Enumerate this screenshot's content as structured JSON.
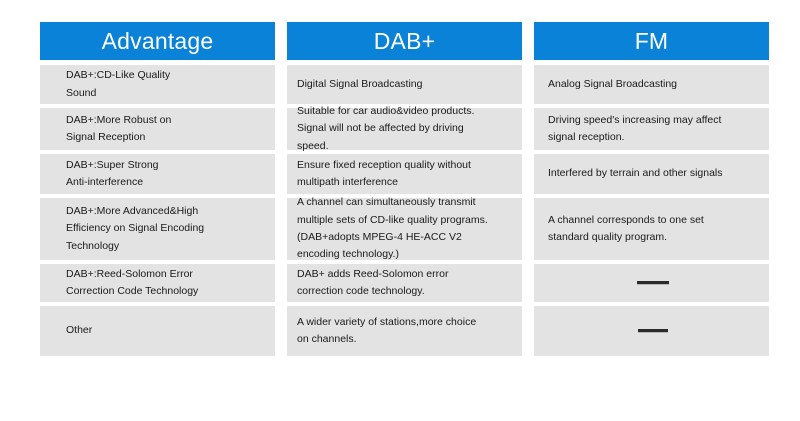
{
  "theme": {
    "header_bg": "#0a82d8",
    "header_text": "#ffffff",
    "cell_bg": "#e3e3e3",
    "cell_text": "#1a1a1a",
    "page_bg": "#ffffff"
  },
  "table": {
    "columns": [
      {
        "id": "advantage",
        "header": "Advantage",
        "cells": [
          {
            "lines": [
              "DAB+:CD-Like Quality",
              "Sound"
            ]
          },
          {
            "lines": [
              "DAB+:More Robust on",
              "Signal Reception"
            ]
          },
          {
            "lines": [
              "DAB+:Super Strong",
              "Anti-interference"
            ]
          },
          {
            "lines": [
              "DAB+:More Advanced&High",
              "Efficiency on Signal Encoding",
              "Technology"
            ]
          },
          {
            "lines": [
              "DAB+:Reed-Solomon Error",
              "Correction Code Technology"
            ]
          },
          {
            "lines": [
              "Other"
            ]
          }
        ]
      },
      {
        "id": "dab-plus",
        "header": "DAB+",
        "cells": [
          {
            "lines": [
              "Digital Signal Broadcasting"
            ]
          },
          {
            "lines": [
              "Suitable for car audio&video products.",
              "Signal will not be affected by driving",
              "speed."
            ]
          },
          {
            "lines": [
              "Ensure fixed reception quality without",
              "multipath interference"
            ]
          },
          {
            "lines": [
              "A channel can simultaneously transmit",
              "multiple sets of CD-like quality programs.",
              "(DAB+adopts MPEG-4 HE-ACC V2",
              "encoding technology.)"
            ]
          },
          {
            "lines": [
              "DAB+ adds Reed-Solomon error",
              "correction code technology."
            ]
          },
          {
            "lines": [
              "A wider variety of stations,more choice",
              "on channels."
            ]
          }
        ]
      },
      {
        "id": "fm",
        "header": "FM",
        "cells": [
          {
            "lines": [
              "Analog Signal Broadcasting"
            ]
          },
          {
            "lines": [
              "Driving speed's increasing may affect",
              "signal reception."
            ]
          },
          {
            "lines": [
              "Interfered by terrain and other signals"
            ]
          },
          {
            "lines": [
              "A channel corresponds to one set",
              "standard quality program."
            ]
          },
          {
            "dash": "long",
            "lines": []
          },
          {
            "dash": "short",
            "lines": []
          }
        ]
      }
    ]
  }
}
